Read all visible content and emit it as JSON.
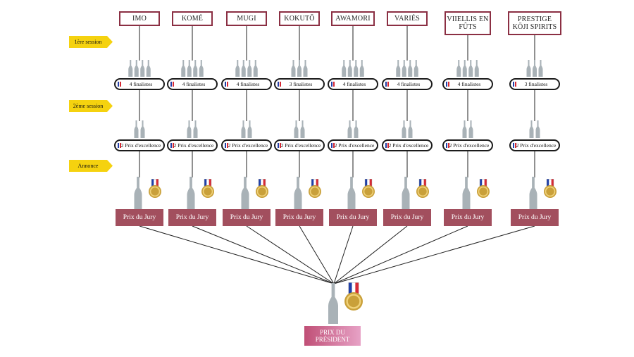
{
  "sessions": [
    "1ère session",
    "2ème session",
    "Annonce"
  ],
  "categories": [
    {
      "name": "IMO",
      "finalists": "4 finalistes",
      "excellence": "2 Prix d'excellence",
      "jury": "Prix du Jury"
    },
    {
      "name": "KOMÉ",
      "finalists": "4 finalistes",
      "excellence": "2 Prix d'excellence",
      "jury": "Prix du Jury"
    },
    {
      "name": "MUGI",
      "finalists": "4 finalistes",
      "excellence": "2 Prix d'excellence",
      "jury": "Prix du Jury"
    },
    {
      "name": "KOKUTŌ",
      "finalists": "3 finalistes",
      "excellence": "2 Prix d'excellence",
      "jury": "Prix du Jury"
    },
    {
      "name": "AWAMORI",
      "finalists": "4 finalistes",
      "excellence": "2 Prix d'excellence",
      "jury": "Prix du Jury"
    },
    {
      "name": "VARIÉS",
      "finalists": "4 finalistes",
      "excellence": "2 Prix d'excellence",
      "jury": "Prix du Jury"
    },
    {
      "name": "VIIELLIS EN FÛTS",
      "finalists": "4 finalistes",
      "excellence": "2 Prix d'excellence",
      "jury": "Prix du Jury"
    },
    {
      "name": "PRESTIGE KŌJI SPIRITS",
      "finalists": "3 finalistes",
      "excellence": "2 Prix d'excellence",
      "jury": "Prix du Jury"
    }
  ],
  "final_award": "PRIX DU PRÉSIDENT",
  "colors": {
    "frame": "#8b2f43",
    "jury": "#a24f5e",
    "bottle": "#a9b2b7",
    "arrow": "#f5d20f",
    "gold": "#c9a03a",
    "flag_blue": "#1f3fa8",
    "flag_red": "#d62a35"
  }
}
